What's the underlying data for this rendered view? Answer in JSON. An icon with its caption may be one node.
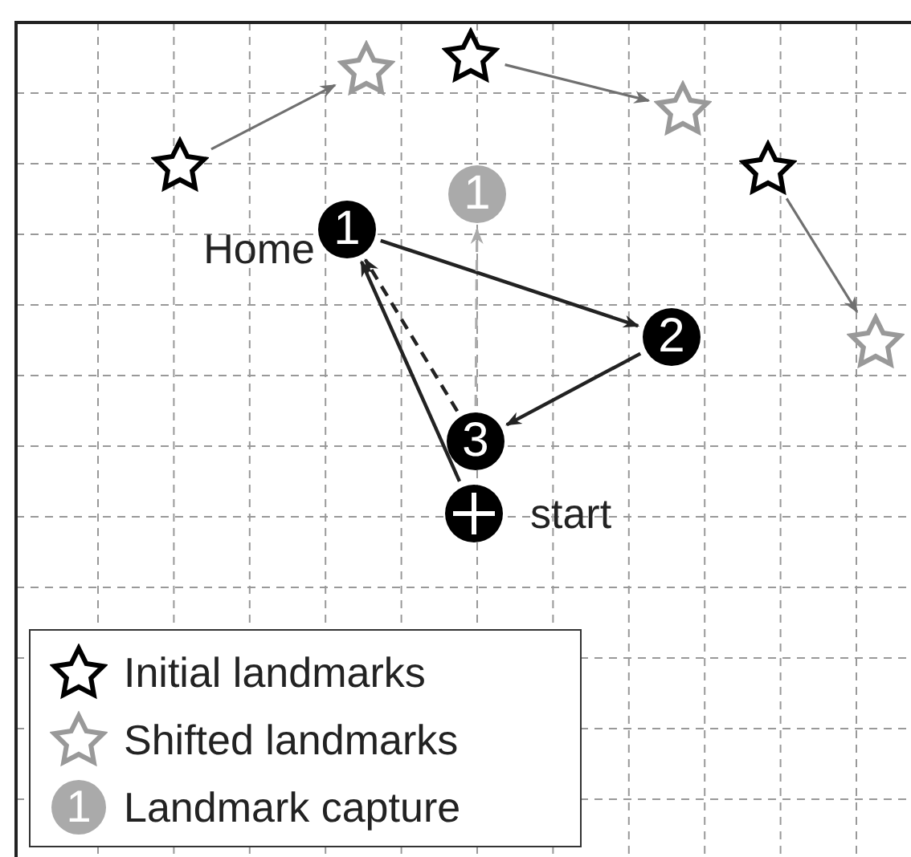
{
  "diagram": {
    "nodes": [
      {
        "text": [],
        "shape": "star"
      },
      {
        "text": [],
        "shape": "star"
      },
      {
        "text": [],
        "shape": "star"
      },
      {
        "text": [],
        "shape": "star"
      },
      {
        "text": [],
        "shape": "star"
      },
      {
        "text": [
          "1"
        ]
      },
      {
        "text": [
          "1"
        ],
        "beside": [
          "Home"
        ]
      },
      {
        "text": [],
        "shape": "star"
      },
      {
        "text": [
          "2"
        ]
      },
      {
        "text": [
          "3"
        ]
      },
      {
        "text": [],
        "shape": "circle",
        "beside": [
          "start"
        ]
      }
    ],
    "edges": [
      {
        "from": 3,
        "to": 1,
        "arrow": "to",
        "color": "#707070"
      },
      {
        "from": 0,
        "to": 2,
        "arrow": "to",
        "color": "#707070"
      },
      {
        "from": 4,
        "to": 7,
        "arrow": "to",
        "color": "#707070"
      },
      {
        "from": 6,
        "to": 8,
        "arrow": "to"
      },
      {
        "from": 8,
        "to": 9,
        "arrow": "to"
      },
      {
        "from": 9,
        "to": 6,
        "arrow": "to",
        "style": "dashed"
      },
      {
        "from": 10,
        "to": 6,
        "arrow": "to"
      },
      {
        "from": 9,
        "to": 5,
        "arrow": "to",
        "style": "dashed",
        "color": "#aaaaaa"
      }
    ],
    "labels": [
      "1"
    ],
    "legend": [
      {
        "text": "Initial landmarks"
      },
      {
        "text": "Shifted landmarks"
      },
      {
        "text": "Landmark capture"
      }
    ]
  }
}
